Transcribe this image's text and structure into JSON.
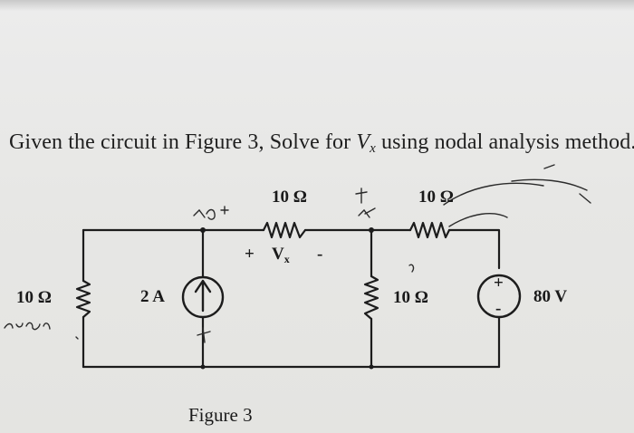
{
  "question": {
    "prefix": "Given the circuit in Figure 3,  Solve for ",
    "var_letter": "V",
    "var_sub": "x",
    "suffix": " using nodal analysis method."
  },
  "circuit": {
    "r_top_left": "10 Ω",
    "r_top_right": "10 Ω",
    "r_left": "10 Ω",
    "r_middle": "10 Ω",
    "current_source": "2 A",
    "voltage_source": "80 V",
    "vx_plus": "+",
    "vx_letter": "V",
    "vx_sub": "x",
    "vx_minus": "-",
    "vs_plus": "+",
    "vs_minus": "-"
  },
  "caption": "Figure 3",
  "colors": {
    "paper": "#e8e8e6",
    "ink": "#1a1a1a"
  }
}
